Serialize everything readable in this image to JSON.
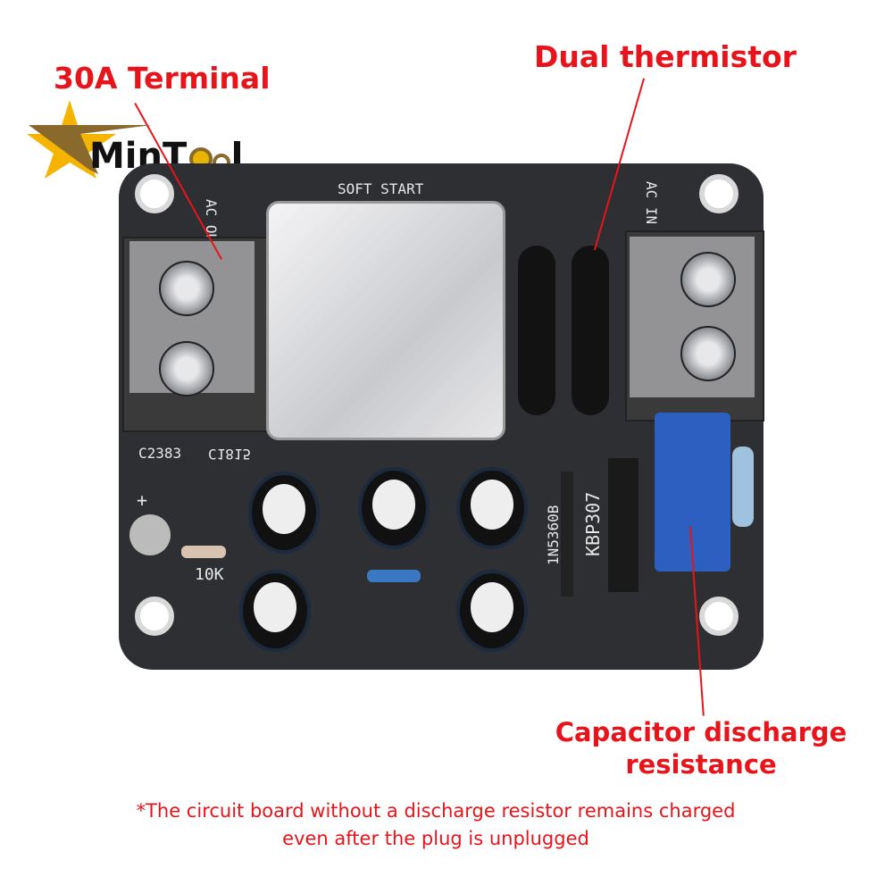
{
  "callouts": {
    "terminal": "30A Terminal",
    "thermistor": "Dual thermistor",
    "discharge_line1": "Capacitor discharge",
    "discharge_line2": "resistance"
  },
  "footnote": {
    "line1": "*The circuit board without a discharge resistor remains charged",
    "line2": "even after the plug is unplugged"
  },
  "logo": {
    "text": "MinTool",
    "colors": {
      "star": "#f5b400",
      "swoosh": "#8a6a2c",
      "text": "#111111"
    }
  },
  "board_silkscreen": {
    "ac_out": "AC OUT",
    "soft_start": "SOFT START",
    "ac_in": "AC IN",
    "transistor1": "C2383",
    "transistor2": "C1815",
    "resistor": "10K",
    "diode": "1N5360B",
    "bridge": "KBP307",
    "led_plus": "+"
  },
  "colors": {
    "callout": "#e8141b",
    "board": "#2e2f33"
  }
}
